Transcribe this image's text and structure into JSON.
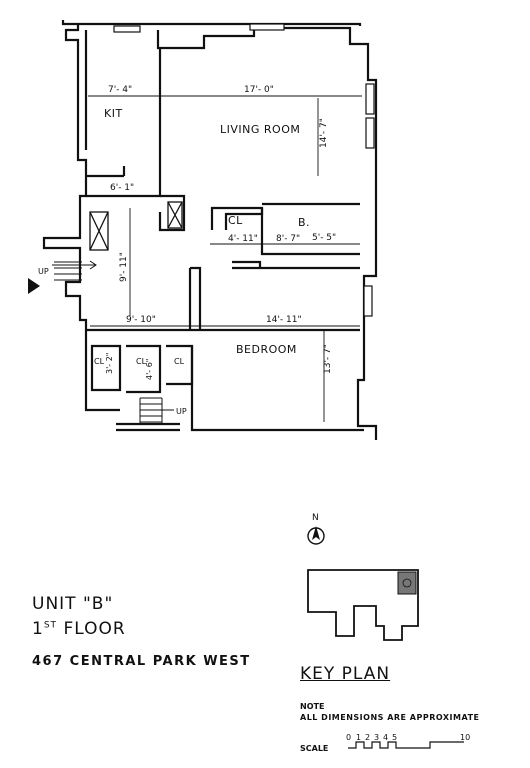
{
  "rooms": {
    "kitchen": "KIT",
    "living": "LIVING ROOM",
    "bedroom": "BEDROOM",
    "bath": "B.",
    "closet": "CL"
  },
  "dimensions": {
    "kit_width": "7'- 4\"",
    "living_width": "17'- 0\"",
    "living_depth": "14'- 7\"",
    "hall_width": "6'- 1\"",
    "closet_width": "4'- 11\"",
    "bath_width": "8'- 7\"",
    "bath_depth": "5'- 5\"",
    "hall_length": "9'- 11\"",
    "foyer_width": "9'- 10\"",
    "bedroom_width": "14'- 11\"",
    "bedroom_depth": "13'- 7\"",
    "cl1": "3'- 2\"",
    "cl2": "4'- 6\""
  },
  "stair_labels": {
    "up_left": "UP",
    "up_right": "UP"
  },
  "compass": {
    "north": "N"
  },
  "caption": {
    "unit": "UNIT \"B\"",
    "floor_num": "1",
    "floor_sup": "ST",
    "floor_word": "FLOOR",
    "address": "467 CENTRAL PARK WEST"
  },
  "key_plan": {
    "title": "KEY PLAN",
    "note_label": "NOTE",
    "note_text": "ALL DIMENSIONS ARE APPROXIMATE",
    "scale_label": "SCALE",
    "scale_ticks": [
      "0",
      "1",
      "2",
      "3",
      "4",
      "5",
      "10"
    ]
  }
}
